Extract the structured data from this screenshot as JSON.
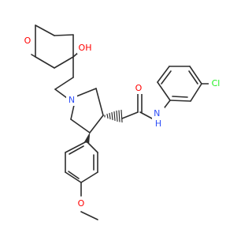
{
  "molecule": {
    "atom_labels": {
      "hydroxyl": "OH",
      "ring_oxygen": "O",
      "amine_nitrogen": "N",
      "carbonyl_oxygen": "O",
      "amide_nh": "N\nH",
      "chlorine": "Cl",
      "methoxy_oxygen": "O"
    },
    "colors": {
      "bond": "#2d2d2d",
      "oxygen": "#ff0000",
      "nitrogen": "#3050f8",
      "chlorine": "#1ff01f"
    }
  }
}
